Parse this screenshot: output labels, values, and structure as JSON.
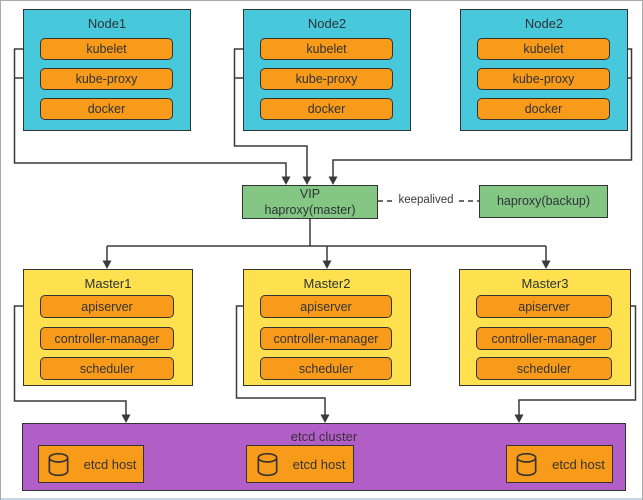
{
  "diagram": {
    "nodes": [
      {
        "title": "Node1",
        "components": [
          "kubelet",
          "kube-proxy",
          "docker"
        ]
      },
      {
        "title": "Node2",
        "components": [
          "kubelet",
          "kube-proxy",
          "docker"
        ]
      },
      {
        "title": "Node2",
        "components": [
          "kubelet",
          "kube-proxy",
          "docker"
        ]
      }
    ],
    "vip": {
      "line1": "VIP",
      "line2": "haproxy(master)"
    },
    "backup": {
      "label": "haproxy(backup)"
    },
    "keepalived_label": "keepalived",
    "masters": [
      {
        "title": "Master1",
        "components": [
          "apiserver",
          "controller-manager",
          "scheduler"
        ]
      },
      {
        "title": "Master2",
        "components": [
          "apiserver",
          "controller-manager",
          "scheduler"
        ]
      },
      {
        "title": "Master3",
        "components": [
          "apiserver",
          "controller-manager",
          "scheduler"
        ]
      }
    ],
    "etcd": {
      "title": "etcd cluster",
      "hosts": [
        {
          "label": "etcd host"
        },
        {
          "label": "etcd host"
        },
        {
          "label": "etcd host"
        }
      ]
    },
    "colors": {
      "node_fill": "#48c8db",
      "component_fill": "#f89b1b",
      "vip_fill": "#84c784",
      "master_fill": "#ffe14f",
      "etcd_fill": "#b15fc6",
      "line": "#3a3a3a"
    }
  }
}
